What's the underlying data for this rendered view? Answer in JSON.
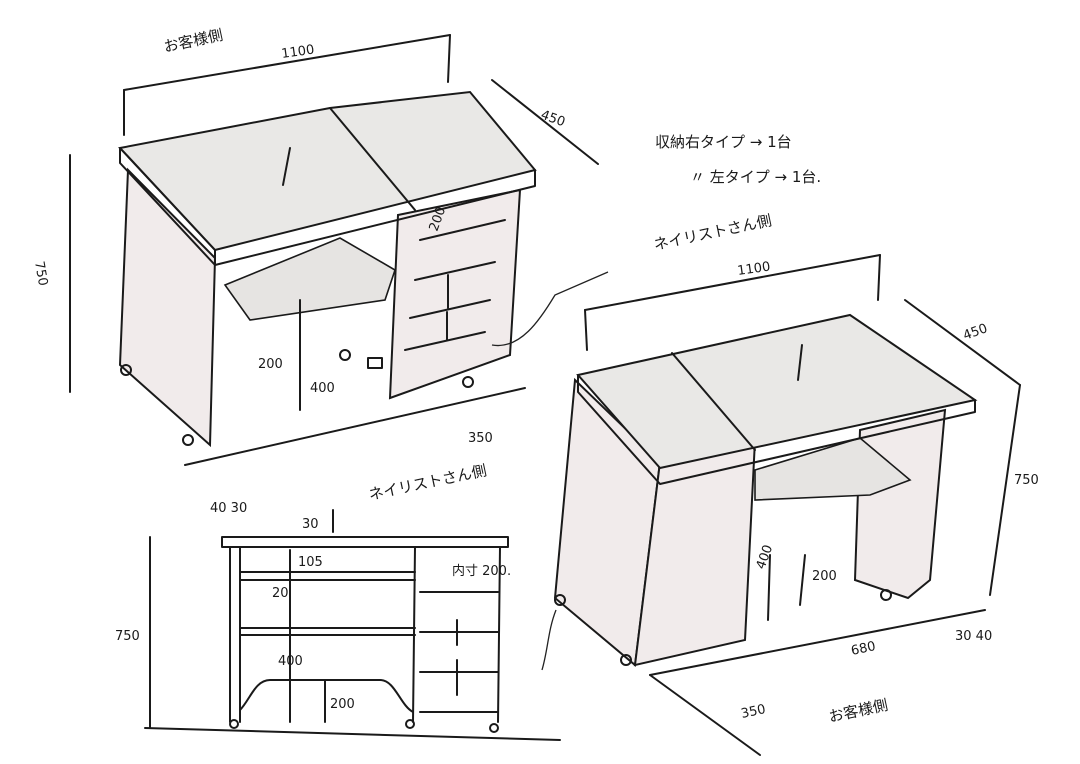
{
  "colors": {
    "ink": "#1a1a1a",
    "marble": "#e9e8e6",
    "body": "#f1ebeb"
  },
  "note": {
    "line1": "収納右タイプ → 1台",
    "line2": "〃  左タイプ → 1台."
  },
  "desk_right_storage": {
    "side_top": "お客様側",
    "width": "1100",
    "depth": "450",
    "height": "750",
    "shelf_height": "200",
    "knee_height": "400",
    "drawer_height": "200",
    "storage_width": "350",
    "leg_dims": "40  30",
    "side_bottom": "ネイリストさん側"
  },
  "desk_left_storage": {
    "side_top": "ネイリストさん側",
    "width": "1100",
    "depth": "450",
    "height": "750",
    "knee_height": "400",
    "shelf_height": "200",
    "opening_width": "680",
    "storage_width": "350",
    "leg_dims": "30  40",
    "side_bottom": "お客様側"
  },
  "front_elevation": {
    "top_thickness": "30",
    "shelf_gap": "105",
    "shelf_thickness": "20",
    "inner_height": "内寸\n200.",
    "height": "750",
    "knee_height": "400",
    "cutout_height": "200"
  }
}
